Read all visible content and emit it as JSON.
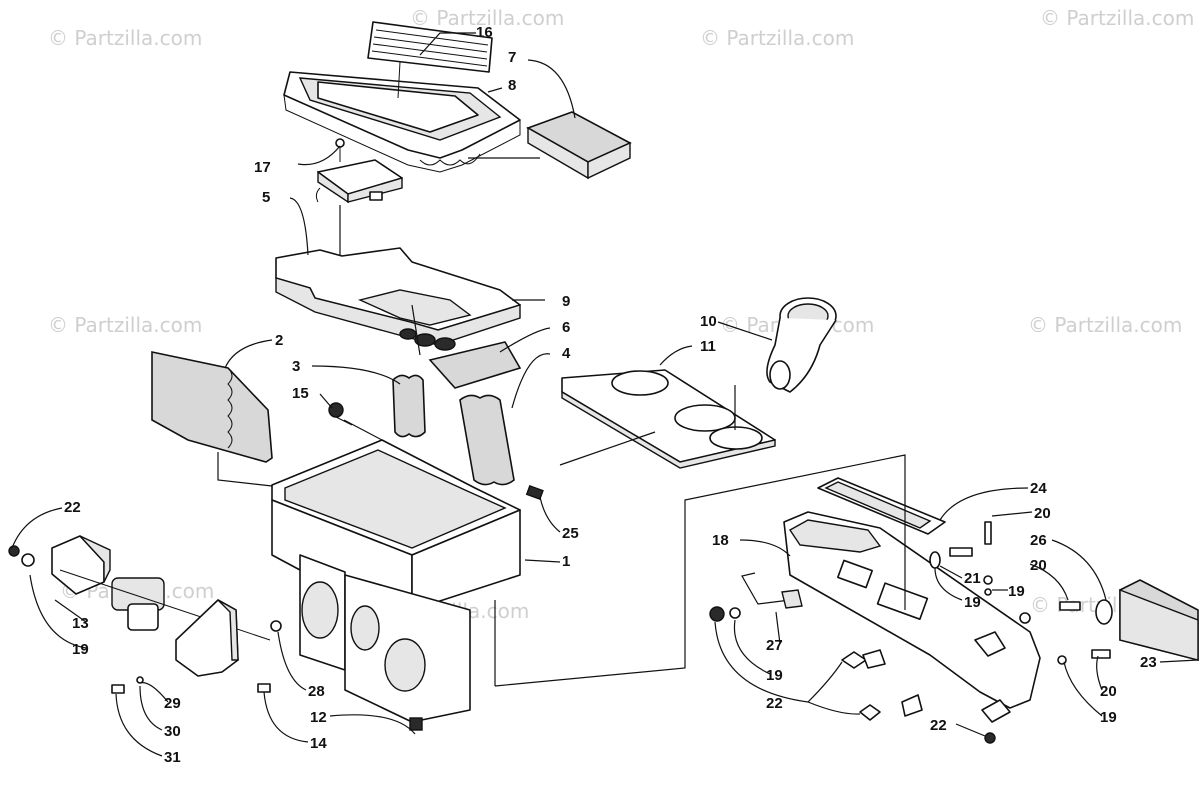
{
  "watermark": {
    "text": "© Partzilla.com"
  },
  "callouts": [
    {
      "id": "c16",
      "label": "16"
    },
    {
      "id": "c7",
      "label": "7"
    },
    {
      "id": "c8",
      "label": "8"
    },
    {
      "id": "c17",
      "label": "17"
    },
    {
      "id": "c5",
      "label": "5"
    },
    {
      "id": "c9",
      "label": "9"
    },
    {
      "id": "c6",
      "label": "6"
    },
    {
      "id": "c2",
      "label": "2"
    },
    {
      "id": "c3",
      "label": "3"
    },
    {
      "id": "c4",
      "label": "4"
    },
    {
      "id": "c15",
      "label": "15"
    },
    {
      "id": "c10",
      "label": "10"
    },
    {
      "id": "c11",
      "label": "11"
    },
    {
      "id": "c25",
      "label": "25"
    },
    {
      "id": "c1",
      "label": "1"
    },
    {
      "id": "c22a",
      "label": "22"
    },
    {
      "id": "c13",
      "label": "13"
    },
    {
      "id": "c19a",
      "label": "19"
    },
    {
      "id": "c29",
      "label": "29"
    },
    {
      "id": "c30",
      "label": "30"
    },
    {
      "id": "c31",
      "label": "31"
    },
    {
      "id": "c28",
      "label": "28"
    },
    {
      "id": "c14",
      "label": "14"
    },
    {
      "id": "c12",
      "label": "12"
    },
    {
      "id": "c24",
      "label": "24"
    },
    {
      "id": "c18",
      "label": "18"
    },
    {
      "id": "c20a",
      "label": "20"
    },
    {
      "id": "c26",
      "label": "26"
    },
    {
      "id": "c21",
      "label": "21"
    },
    {
      "id": "c19b",
      "label": "19"
    },
    {
      "id": "c20b",
      "label": "20"
    },
    {
      "id": "c19c",
      "label": "19"
    },
    {
      "id": "c27",
      "label": "27"
    },
    {
      "id": "c19d",
      "label": "19"
    },
    {
      "id": "c22b",
      "label": "22"
    },
    {
      "id": "c23",
      "label": "23"
    },
    {
      "id": "c20c",
      "label": "20"
    },
    {
      "id": "c22c",
      "label": "22"
    },
    {
      "id": "c19e",
      "label": "19"
    }
  ]
}
